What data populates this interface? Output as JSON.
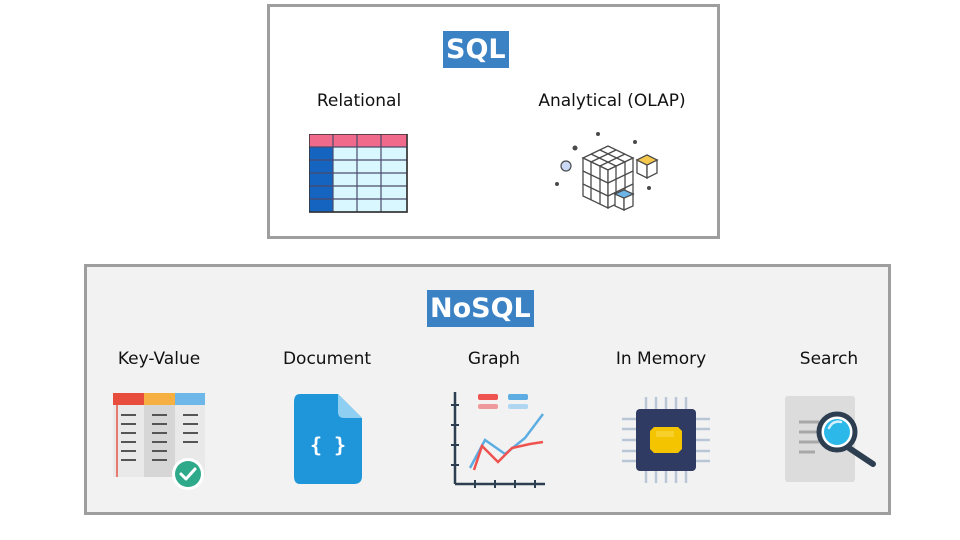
{
  "sql": {
    "title": "SQL",
    "items": [
      {
        "label": "Relational",
        "icon": "table-icon"
      },
      {
        "label": "Analytical (OLAP)",
        "icon": "olap-cube-icon"
      }
    ]
  },
  "nosql": {
    "title": "NoSQL",
    "items": [
      {
        "label": "Key-Value",
        "icon": "key-value-table-icon"
      },
      {
        "label": "Document",
        "icon": "document-icon"
      },
      {
        "label": "Graph",
        "icon": "graph-icon"
      },
      {
        "label": "In Memory",
        "icon": "memory-chip-icon"
      },
      {
        "label": "Search",
        "icon": "search-document-icon"
      }
    ]
  },
  "colors": {
    "title_bg": "#3b82c4",
    "nosql_bg": "#f2f2f2",
    "border": "#9e9e9e"
  }
}
